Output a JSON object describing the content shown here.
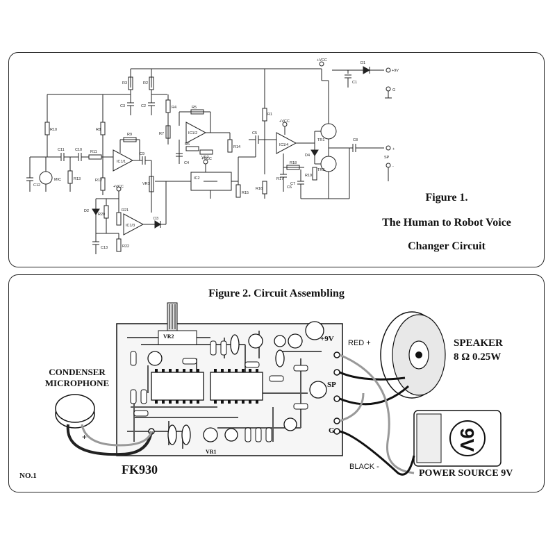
{
  "figure1": {
    "caption_line1": "Figure 1.",
    "caption_line2": "The Human to Robot Voice",
    "caption_line3": "Changer Circuit",
    "labels": {
      "vcc": "+VCC",
      "d1": "D1",
      "plus9v": "+9V",
      "c1": "C1",
      "g": "G",
      "r3": "R3",
      "r2": "R2",
      "c3": "C3",
      "c2": "C2",
      "r4": "R4",
      "r7": "R7",
      "r10": "R10",
      "r8": "R8",
      "r9": "R9",
      "ic1_op1": "IC1/1",
      "c9": "C9",
      "c11": "C11",
      "c10": "C10",
      "r11": "R11",
      "r13": "R13",
      "c12": "C12",
      "mic": "MIC",
      "r12": "R12",
      "vr1": "VR1",
      "r5": "R5",
      "ic1_op2": "IC1/2",
      "r6": "R6",
      "vr2": "VR2",
      "c4": "C4",
      "r14": "R14",
      "ic2": "IC2",
      "r15": "R15",
      "c5": "C5",
      "r1": "R1",
      "ic1_op4": "IC1/4",
      "d4": "D4",
      "tr1": "TR1",
      "tr2": "TR2",
      "c8": "C8",
      "sp": "SP",
      "r18": "R18",
      "r19": "R19",
      "r16": "R16",
      "r17": "R17",
      "c6": "C6",
      "c7": "C7",
      "d2": "D2",
      "r20": "R20",
      "r21": "R21",
      "ic1_op3": "IC1/3",
      "d3": "D3",
      "r22": "R22",
      "c13": "C13",
      "plus": "+",
      "minus": "-"
    }
  },
  "figure2": {
    "title": "Figure 2. Circuit Assembling",
    "model": "FK930",
    "board_label": "NO.1",
    "mic_label_line1": "CONDENSER",
    "mic_label_line2": "MICROPHONE",
    "speaker_line1": "SPEAKER",
    "speaker_line2": "8 Ω 0.25W",
    "power_label": "POWER SOURCE 9V",
    "battery_text": "9V",
    "red_label": "RED +",
    "black_label": "BLACK -",
    "pad_9v": "+9V",
    "pad_sp": "SP",
    "pad_g": "G",
    "vr2": "VR2",
    "vr1": "VR1",
    "plus": "+"
  }
}
